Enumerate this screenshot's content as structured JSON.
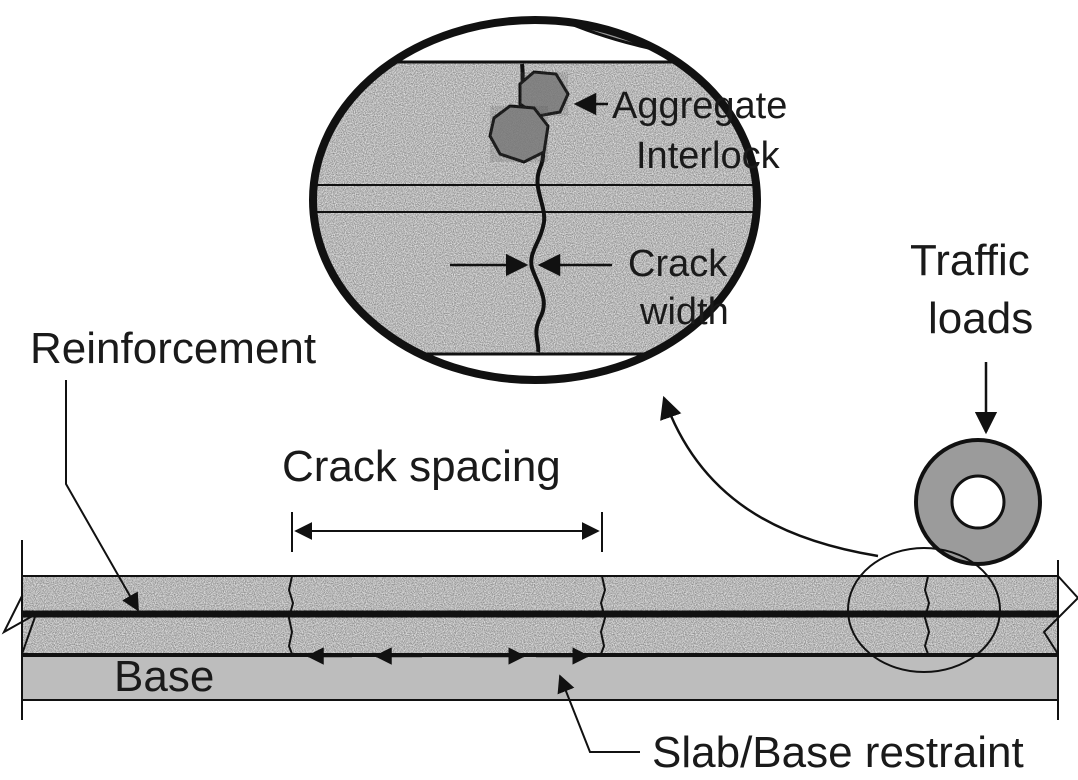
{
  "labels": {
    "aggregate_line1": "Aggregate",
    "aggregate_line2": "Interlock",
    "crack_width_line1": "Crack",
    "crack_width_line2": "width",
    "traffic_line1": "Traffic",
    "traffic_line2": "loads",
    "reinforcement": "Reinforcement",
    "crack_spacing": "Crack spacing",
    "base": "Base",
    "restraint": "Slab/Base restraint"
  },
  "colors": {
    "concrete": "#e6e6e6",
    "base": "#bdbdbd",
    "wheel": "#9b9b9b",
    "ink": "#111111"
  }
}
